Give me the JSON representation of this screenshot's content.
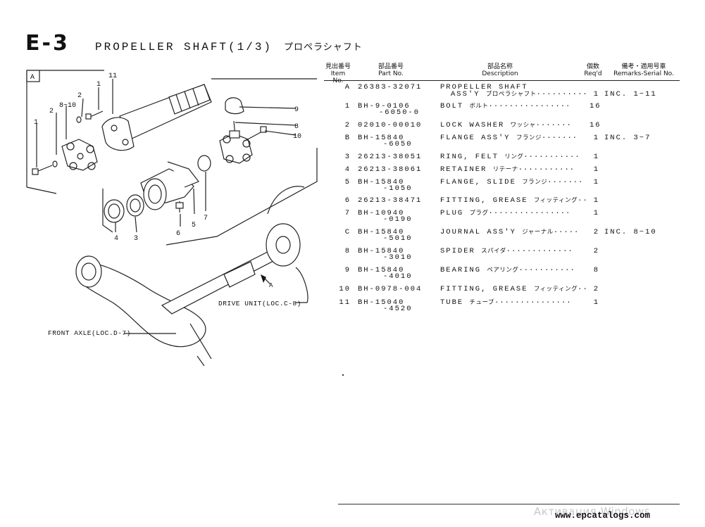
{
  "page": {
    "code": "E-3",
    "title": "PROPELLER SHAFT(1/3)",
    "title_jp": "プロペラシャフト"
  },
  "diagram": {
    "view_label": "A",
    "callouts": [
      "11",
      "1",
      "2",
      "8~10",
      "2",
      "1",
      "9",
      "8",
      "10",
      "7",
      "5",
      "6",
      "4",
      "3"
    ],
    "arrow_label": "A",
    "drive_unit_label": "DRIVE UNIT(LOC.C-8)",
    "front_axle_label": "FRONT AXLE(LOC.D-7)"
  },
  "table": {
    "headers": {
      "item_jp": "見出番号",
      "item_en": "Item No.",
      "part_jp": "部品番号",
      "part_en": "Part No.",
      "desc_jp": "部品名称",
      "desc_en": "Description",
      "qty_jp": "個数",
      "qty_en": "Req'd",
      "rem_jp": "備考・適用号車",
      "rem_en": "Remarks-Serial No."
    },
    "rows": [
      {
        "item": "A",
        "part": "26383-32071",
        "part2": "",
        "desc": "PROPELLER SHAFT",
        "desc2": "ASS'Y",
        "jp": "プロペラシャフト",
        "qty": "1",
        "rem": "INC. 1~11"
      },
      {
        "item": "1",
        "part": "BH-9-0106",
        "part2": "-6050-0",
        "desc": "BOLT",
        "desc2": "",
        "jp": "ボルト",
        "qty": "16",
        "rem": ""
      },
      {
        "item": "2",
        "part": "02010-00010",
        "part2": "",
        "desc": "LOCK WASHER",
        "desc2": "",
        "jp": "ワッシャ",
        "qty": "16",
        "rem": ""
      },
      {
        "item": "B",
        "part": "BH-15840",
        "part2": "-6050",
        "desc": "FLANGE ASS'Y",
        "desc2": "",
        "jp": "フランジ",
        "qty": "1",
        "rem": "INC. 3~7"
      },
      {
        "item": "3",
        "part": "26213-38051",
        "part2": "",
        "desc": "RING, FELT",
        "desc2": "",
        "jp": "リング",
        "qty": "1",
        "rem": ""
      },
      {
        "item": "4",
        "part": "26213-38061",
        "part2": "",
        "desc": "RETAINER",
        "desc2": "",
        "jp": "リテーナ",
        "qty": "1",
        "rem": ""
      },
      {
        "item": "5",
        "part": "BH-15840",
        "part2": "-1050",
        "desc": "FLANGE, SLIDE",
        "desc2": "",
        "jp": "フランジ",
        "qty": "1",
        "rem": ""
      },
      {
        "item": "6",
        "part": "26213-38471",
        "part2": "",
        "desc": "FITTING, GREASE",
        "desc2": "",
        "jp": "フィッティング",
        "qty": "1",
        "rem": ""
      },
      {
        "item": "7",
        "part": "BH-10940",
        "part2": "-0190",
        "desc": "PLUG",
        "desc2": "",
        "jp": "プラグ",
        "qty": "1",
        "rem": ""
      },
      {
        "item": "C",
        "part": "BH-15840",
        "part2": "-5010",
        "desc": "JOURNAL ASS'Y",
        "desc2": "",
        "jp": "ジャーナル",
        "qty": "2",
        "rem": "INC. 8~10"
      },
      {
        "item": "8",
        "part": "BH-15840",
        "part2": "-3010",
        "desc": "SPIDER",
        "desc2": "",
        "jp": "スパイダ",
        "qty": "2",
        "rem": ""
      },
      {
        "item": "9",
        "part": "BH-15840",
        "part2": "-4010",
        "desc": "BEARING",
        "desc2": "",
        "jp": "ベアリング",
        "qty": "8",
        "rem": ""
      },
      {
        "item": "10",
        "part": "BH-0978-004",
        "part2": "",
        "desc": "FITTING, GREASE",
        "desc2": "",
        "jp": "フィッティング",
        "qty": "2",
        "rem": ""
      },
      {
        "item": "11",
        "part": "BH-15040",
        "part2": "-4520",
        "desc": "TUBE",
        "desc2": "",
        "jp": "チューブ",
        "qty": "1",
        "rem": ""
      }
    ]
  },
  "footer": {
    "website": "www.epcatalogs.com",
    "watermark": "Активация Windows"
  }
}
